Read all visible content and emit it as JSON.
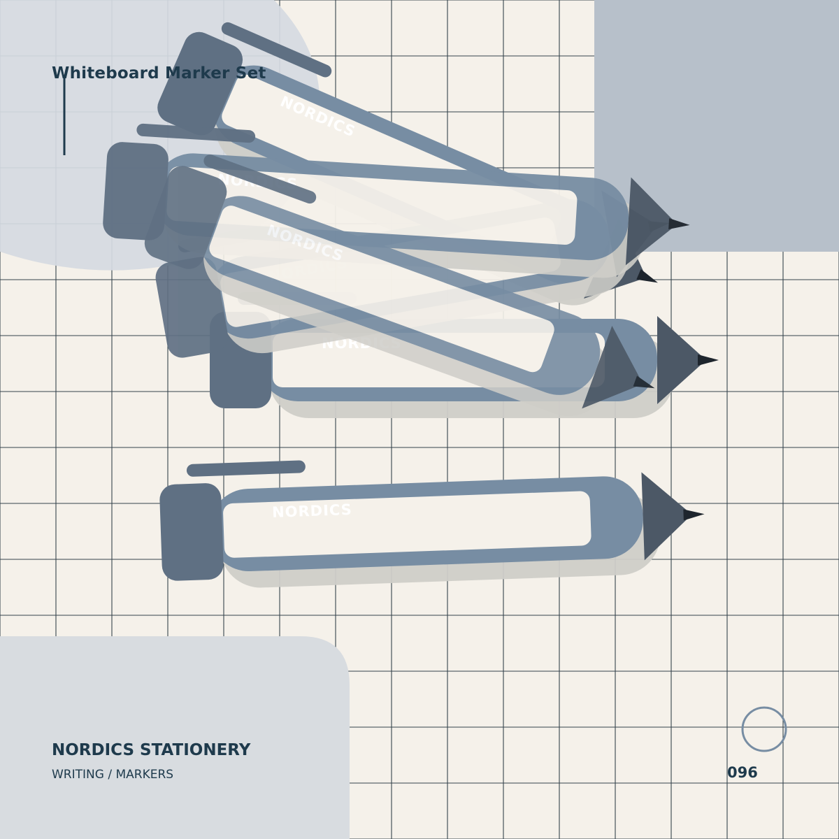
{
  "product": {
    "title": "Whiteboard Marker Set"
  },
  "brand": {
    "name": "NORDICS STATIONERY",
    "category": "WRITING / MARKERS",
    "item_number": "096"
  },
  "marker": {
    "label": "NORDICS",
    "count": 6
  },
  "colors": {
    "background": "#f5f1ea",
    "grid_line": "#2b3a44",
    "panel_light": "#d5dae1",
    "panel_mid": "#b7c0ca",
    "marker_body": "#778da3",
    "marker_cap": "#5f7083",
    "marker_tip": "#4c5866",
    "marker_point": "#1e252d",
    "shadow": "#cfcdc8",
    "text_dark": "#1e3a4c",
    "label_text": "#ffffff"
  },
  "icons": {
    "corner_circle": "ring-icon"
  }
}
